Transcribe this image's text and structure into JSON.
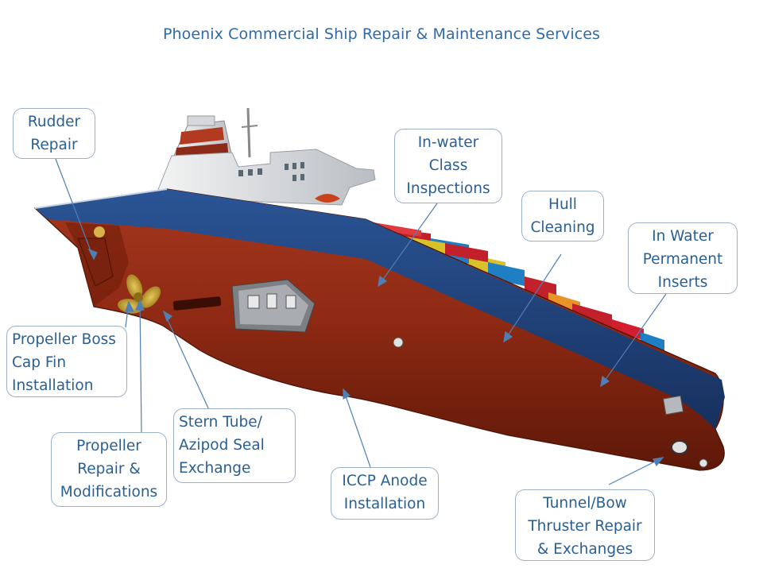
{
  "title": "Phoenix Commercial Ship Repair & Maintenance Services",
  "callouts": [
    {
      "id": "rudder",
      "lines": [
        "Rudder",
        "Repair"
      ]
    },
    {
      "id": "inwater-class",
      "lines": [
        "In-water",
        "Class",
        "Inspections"
      ]
    },
    {
      "id": "hull",
      "lines": [
        "Hull",
        "Cleaning"
      ]
    },
    {
      "id": "inserts",
      "lines": [
        "In Water",
        "Permanent",
        "Inserts"
      ]
    },
    {
      "id": "boss-cap",
      "lines": [
        "Propeller Boss",
        "Cap Fin",
        "Installation"
      ]
    },
    {
      "id": "stern-tube",
      "lines": [
        "Stern Tube/",
        "Azipod Seal",
        "Exchange"
      ]
    },
    {
      "id": "propeller",
      "lines": [
        "Propeller",
        "Repair &",
        "Modifications"
      ]
    },
    {
      "id": "iccp",
      "lines": [
        "ICCP Anode",
        "Installation"
      ]
    },
    {
      "id": "thruster",
      "lines": [
        "Tunnel/Bow",
        "Thruster Repair",
        "& Exchanges"
      ]
    }
  ],
  "colors": {
    "hull": "#8f2a14",
    "hull_shadow": "#5e1808",
    "deck_band": "#1f3f73",
    "label_text": "#2a5f93",
    "label_border": "#9ab0c8",
    "title": "#2f6aa8"
  }
}
